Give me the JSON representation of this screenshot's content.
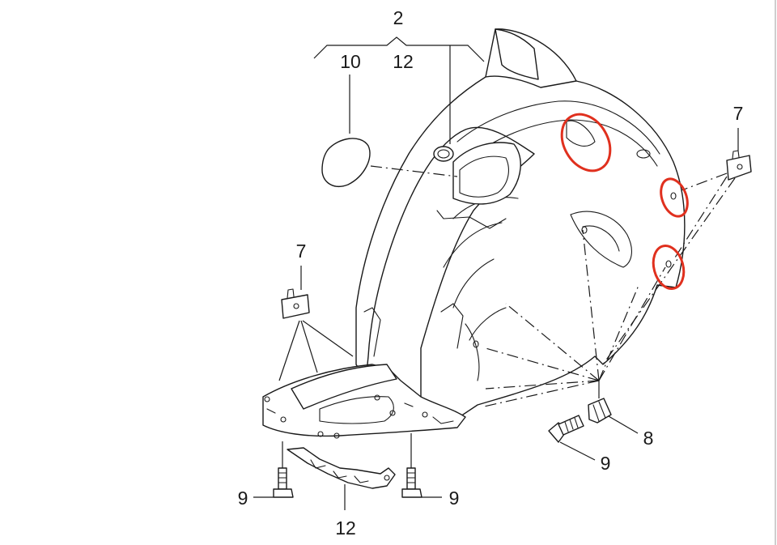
{
  "callouts": {
    "group_label": "2",
    "liner_cap_label": "10",
    "liner_bracket_label": "12",
    "clip_right_label": "7",
    "clip_left_label": "7",
    "nut_label": "8",
    "bolt_right_label": "9",
    "bolt_bottom_left_label": "9",
    "bolt_bottom_right_label": "9",
    "bracket_label": "12"
  },
  "highlight_color": "#e0301e",
  "highlighted_holes": 3
}
